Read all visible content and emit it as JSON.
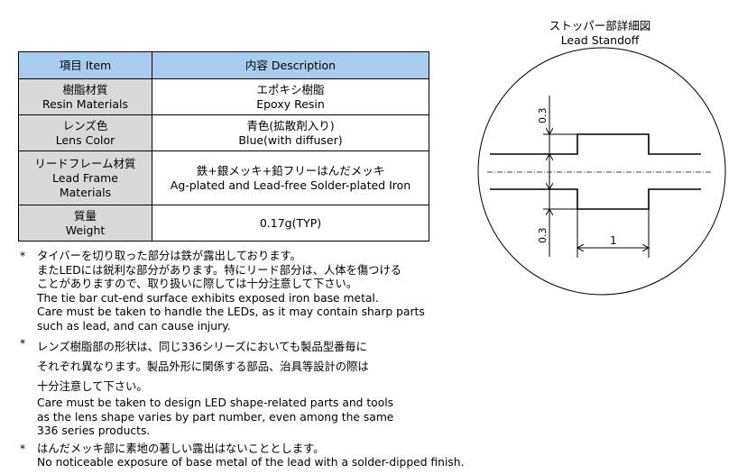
{
  "table": {
    "header": {
      "item": "項目 Item",
      "description": "内容 Description"
    },
    "rows": [
      {
        "item_jp": "樹脂材質",
        "item_en": "Resin Materials",
        "desc_jp": "エポキシ樹脂",
        "desc_en": "Epoxy Resin"
      },
      {
        "item_jp": "レンズ色",
        "item_en": "Lens Color",
        "desc_jp": "青色(拡散剤入り)",
        "desc_en": "Blue(with diffuser)"
      },
      {
        "item_jp": "リードフレーム材質",
        "item_en": "Lead Frame",
        "item_en2": "Materials",
        "desc_jp": "鉄+銀メッキ+鉛フリーはんだメッキ",
        "desc_en": "Ag-plated and Lead-free Solder-plated Iron"
      },
      {
        "item_jp": "質量",
        "item_en": "Weight",
        "desc": "0.17g(TYP)"
      }
    ]
  },
  "notes": [
    {
      "marker": "*",
      "lines": [
        "タイバーを切り取った部分は鉄が露出しております。",
        "またLEDには鋭利な部分があります。特にリード部分は、人体を傷つける",
        "ことがありますので、取り扱いに際しては十分注意して下さい。",
        "The tie bar cut-end surface exhibits exposed iron base metal.",
        "Care must be taken to handle the LEDs, as it may contain sharp parts",
        "such as lead, and can cause injury."
      ]
    },
    {
      "marker": "*",
      "lines": [
        "レンズ樹脂部の形状は、同じ336シリーズにおいても製品型番毎に",
        "それぞれ異なります。製品外形に関係する部品、治具等設計の際は",
        "十分注意して下さい。",
        "Care must be taken to design LED shape-related parts and tools",
        "as the lens shape varies by part number, even among the same",
        "336 series products."
      ]
    },
    {
      "marker": "*",
      "lines": [
        "はんだメッキ部に素地の著しい露出はないこととします。",
        "No noticeable exposure of base metal of the lead with a solder-dipped finish."
      ]
    }
  ],
  "diagram": {
    "title_jp": "ストッパー部詳細図",
    "title_en": "Lead Standoff",
    "dim_top": "0.3",
    "dim_bottom": "0.3",
    "dim_width": "1"
  }
}
